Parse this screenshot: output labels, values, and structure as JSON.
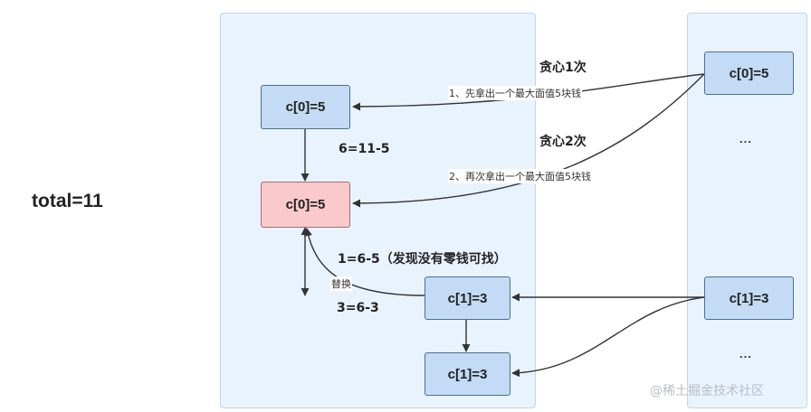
{
  "total_label": "total=11",
  "left_boxes": {
    "step1_coin": "c[0]=5",
    "step2_coin": "c[0]=5",
    "replace_coin": "c[1]=3",
    "final_coin": "c[1]=3"
  },
  "right_boxes": {
    "coin_large": "c[0]=5",
    "ellipsis_top": "...",
    "coin_small": "c[1]=3",
    "ellipsis_bottom": "..."
  },
  "labels": {
    "greedy_1": "贪心1次",
    "greedy_1_desc": "1、先拿出一个最大面值5块钱",
    "greedy_2": "贪心2次",
    "greedy_2_desc": "2、再次拿出一个最大面值5块钱",
    "calc_1": "6=11-5",
    "calc_2": "1=6-5（发现没有零钱可找）",
    "replace": "替换",
    "calc_3": "3=6-3"
  },
  "watermark": "@稀土掘金技术社区",
  "colors": {
    "panel_bg": "#e9f3fd",
    "box_blue": "#c3dbf4",
    "box_pink": "#f9c9cc",
    "line": "#333333"
  }
}
